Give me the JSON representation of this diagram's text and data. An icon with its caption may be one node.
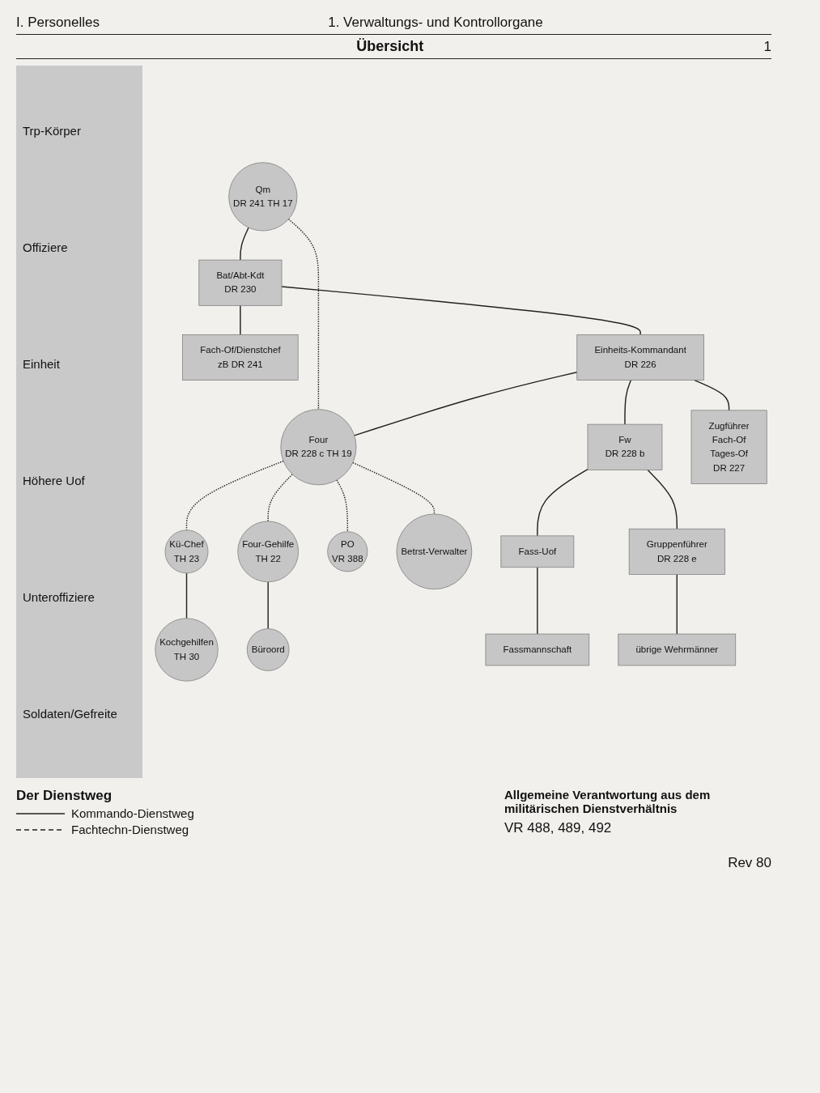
{
  "diagram": {
    "title": "Übersicht",
    "nodes": [
      {
        "text": [
          "Bat/Abt-Kdt",
          "DR 230"
        ]
      },
      {
        "text": [
          "Qm",
          "DR 241 TH 17"
        ]
      },
      {
        "text": [
          "Fach-Of/Dienstchef",
          "zB DR 241"
        ]
      },
      {
        "text": [
          "Einheits-Kommandant",
          "DR 226"
        ]
      },
      {
        "text": [
          "Zugführer",
          "Fach-Of",
          "Tages-Of",
          "DR 227"
        ]
      },
      {
        "text": [
          "Four",
          "DR 228 c TH 19"
        ]
      },
      {
        "text": [
          "Fw",
          "DR 228 b"
        ]
      },
      {
        "text": [
          "Kü-Chef",
          "TH 23"
        ]
      },
      {
        "text": [
          "Fass-Uof"
        ]
      },
      {
        "text": [
          "Gruppenführer",
          "DR 228 e"
        ]
      },
      {
        "text": [
          "Four-Gehilfe",
          "TH 22"
        ]
      },
      {
        "text": [
          "Betrst-Verwalter"
        ]
      },
      {
        "text": [
          "Fassmannschaft"
        ]
      },
      {
        "text": [
          "übrige Wehrmänner"
        ]
      },
      {
        "text": [
          "Kochgehilfen",
          "TH 30"
        ]
      },
      {
        "text": [
          "Büroord"
        ]
      },
      {
        "text": [
          "PO",
          "VR 388"
        ]
      }
    ],
    "edges": [
      {
        "from": 1,
        "to": 0,
        "arrow": "none"
      },
      {
        "from": 0,
        "to": 2,
        "arrow": "none"
      },
      {
        "from": 0,
        "to": 3,
        "arrow": "none"
      },
      {
        "from": 1,
        "to": 5,
        "arrow": "none",
        "style": "dashed"
      },
      {
        "from": 3,
        "to": 4,
        "arrow": "none"
      },
      {
        "from": 3,
        "to": 5,
        "arrow": "none"
      },
      {
        "from": 3,
        "to": 6,
        "arrow": "none"
      },
      {
        "from": 6,
        "to": 8,
        "arrow": "none"
      },
      {
        "from": 6,
        "to": 9,
        "arrow": "none"
      },
      {
        "from": 5,
        "to": 7,
        "arrow": "none",
        "style": "dashed"
      },
      {
        "from": 5,
        "to": 10,
        "arrow": "none",
        "style": "dashed"
      },
      {
        "from": 5,
        "to": 16,
        "arrow": "none",
        "style": "dashed"
      },
      {
        "from": 5,
        "to": 11,
        "arrow": "none",
        "style": "dashed"
      },
      {
        "from": 7,
        "to": 14,
        "arrow": "none"
      },
      {
        "from": 10,
        "to": 15,
        "arrow": "none"
      },
      {
        "from": 8,
        "to": 12,
        "arrow": "none"
      },
      {
        "from": 9,
        "to": 13,
        "arrow": "none"
      }
    ],
    "labels": [
      "I. Personelles",
      "1. Verwaltungs- und Kontrollorgane",
      "1",
      "Trp-Körper",
      "Offiziere",
      "Einheit",
      "Höhere Uof",
      "Unteroffiziere",
      "Soldaten/Gefreite",
      "Der Dienstweg",
      "Allgemeine Verantwortung aus dem militärischen Dienstverhältnis",
      "VR 488, 489, 492",
      "Rev 80"
    ],
    "legend": [
      {
        "text": "Kommando-Dienstweg"
      },
      {
        "text": "Fachtechn-Dienstweg"
      }
    ]
  }
}
